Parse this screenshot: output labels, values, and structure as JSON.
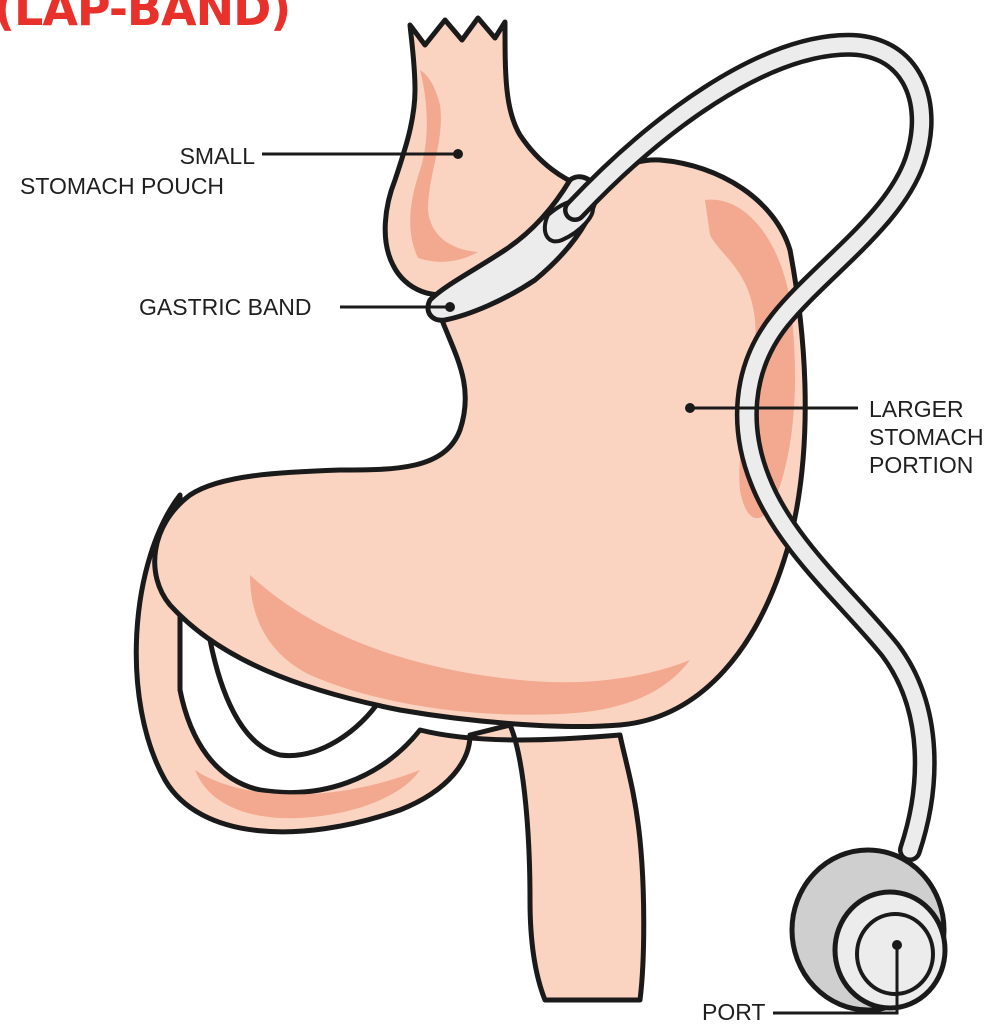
{
  "title": "(LAP-BAND)",
  "colors": {
    "title": "#e8312a",
    "outline": "#1a1a1a",
    "stomach_fill": "#fbd3c1",
    "stomach_shade": "#f3a98f",
    "band_fill": "#ececec",
    "band_shade": "#cfcfcf"
  },
  "labels": {
    "small_pouch_line1": "SMALL",
    "small_pouch_line2": "STOMACH POUCH",
    "gastric_band": "GASTRIC BAND",
    "larger_line1": "LARGER",
    "larger_line2": "STOMACH",
    "larger_line3": "PORTION",
    "port": "PORT"
  }
}
